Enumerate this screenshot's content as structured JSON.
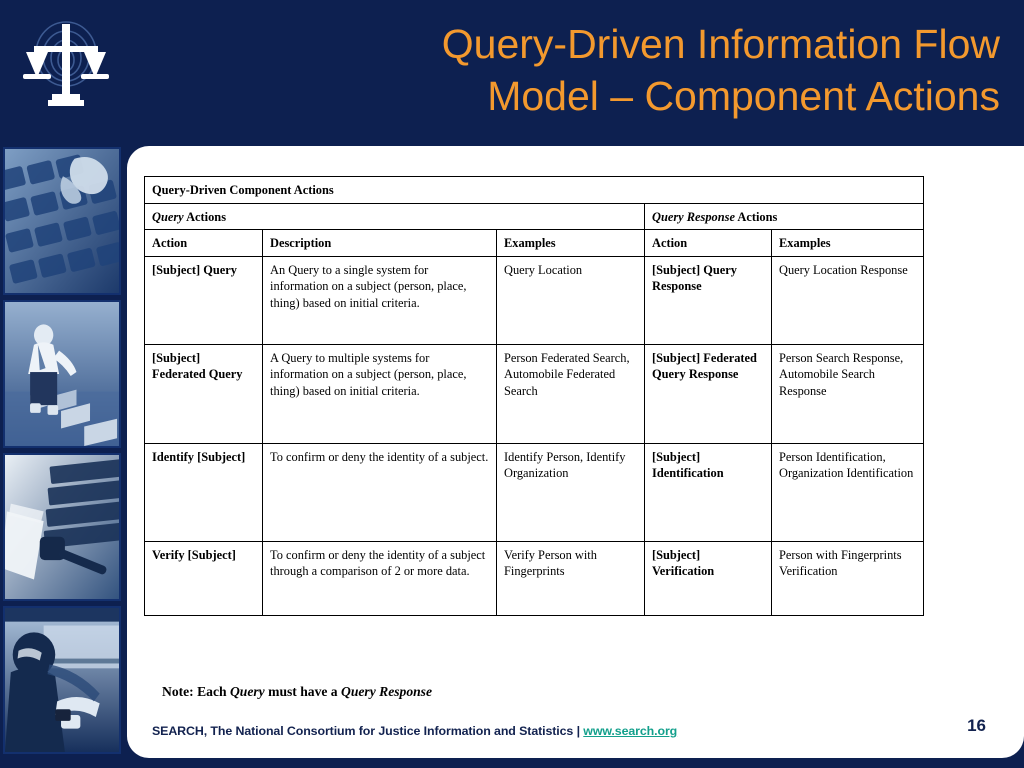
{
  "slide": {
    "title_line1": "Query-Driven Information Flow",
    "title_line2": "Model – Component Actions",
    "page_number": "16",
    "accent_title_color": "#f3992e",
    "background_color": "#0d2050",
    "panel_color": "#ffffff",
    "link_color": "#13a08c"
  },
  "logo": {
    "name": "search-scales-of-justice-logo",
    "alt": "Scales of justice with concentric radio waves"
  },
  "photos": [
    {
      "name": "photo-keyboard-hand",
      "caption": "Hand typing on a computer keyboard"
    },
    {
      "name": "photo-man-with-boxes",
      "caption": "Man standing beside a row of file boxes"
    },
    {
      "name": "photo-gavel-lawbooks",
      "caption": "Gavel with stacked law books and notepad"
    },
    {
      "name": "photo-officer-in-vehicle",
      "caption": "Officer using a laptop in a patrol vehicle"
    }
  ],
  "table": {
    "title": "Query-Driven Component Actions",
    "sections": {
      "left": {
        "pre": "Query",
        "post": " Actions"
      },
      "right": {
        "pre": "Query Response",
        "post": " Actions"
      }
    },
    "headers": {
      "action": "Action",
      "description": "Description",
      "examples": "Examples",
      "response_action": "Action",
      "response_examples": "Examples"
    },
    "rows": [
      {
        "action": "[Subject] Query",
        "description": "An Query to a single system for information on a subject (person, place, thing) based on initial criteria.",
        "examples": "Query Location",
        "response_action": "[Subject] Query Response",
        "response_examples": "Query Location Response"
      },
      {
        "action": "[Subject] Federated Query",
        "description": "A Query to multiple systems for information on  a subject (person, place, thing) based on initial criteria.",
        "examples": "Person Federated Search, Automobile Federated Search",
        "response_action": "[Subject] Federated Query Response",
        "response_examples": "Person Search Response, Automobile Search Response"
      },
      {
        "action": "Identify [Subject]",
        "description": "To confirm or deny the identity of a subject.",
        "examples": "Identify Person, Identify Organization",
        "response_action": "[Subject] Identification",
        "response_examples": "Person Identification, Organization Identification"
      },
      {
        "action": "Verify [Subject]",
        "description": "To confirm or deny the identity of a subject through a comparison of 2 or more data.",
        "examples": "Verify Person with Fingerprints",
        "response_action": "[Subject] Verification",
        "response_examples": "Person with Fingerprints Verification"
      }
    ]
  },
  "note": {
    "part1": "Note: Each ",
    "em1": "Query",
    "part2": " must have a ",
    "em2": "Query Response"
  },
  "footer": {
    "organization": "SEARCH, The National Consortium for Justice Information and Statistics",
    "separator": "|",
    "url": "www.search.org"
  }
}
